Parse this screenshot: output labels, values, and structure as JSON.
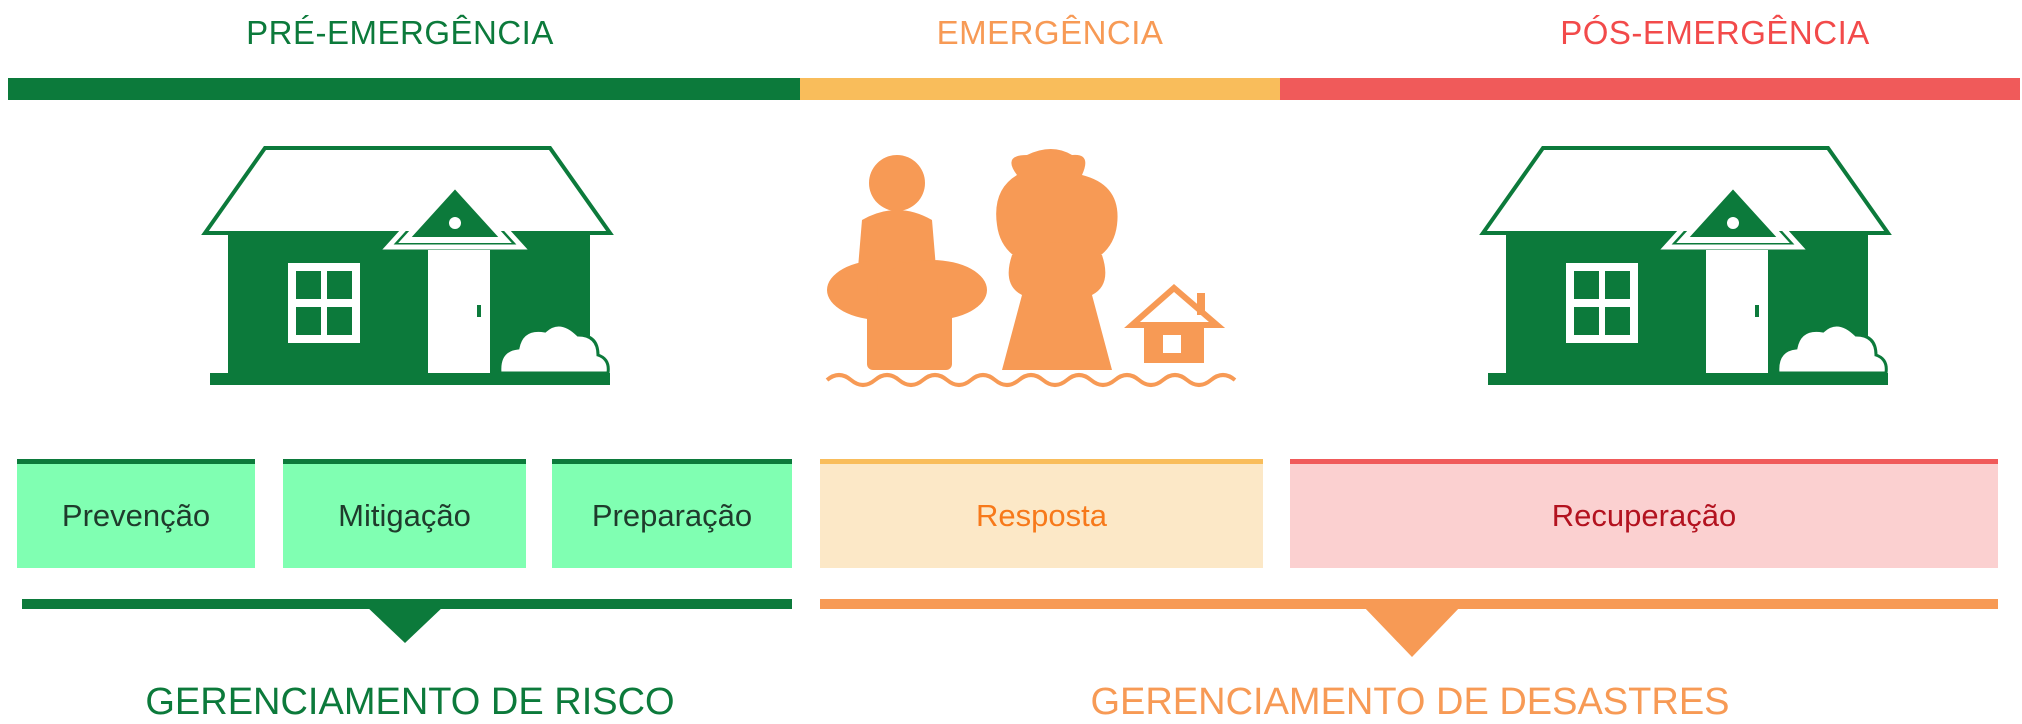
{
  "phases": {
    "pre": {
      "label": "PRÉ-EMERGÊNCIA",
      "color": "#0c7a3b"
    },
    "emergency": {
      "label": "EMERGÊNCIA",
      "color": "#f79a55"
    },
    "post": {
      "label": "PÓS-EMERGÊNCIA",
      "color": "#f24a4a"
    }
  },
  "stages": {
    "prevention": "Prevenção",
    "mitigation": "Mitigação",
    "preparation": "Preparação",
    "response": "Resposta",
    "recovery": "Recuperação"
  },
  "management": {
    "risk": "GERENCIAMENTO DE RISCO",
    "disaster": "GERENCIAMENTO DE DESASTRES"
  },
  "icons": [
    "house-icon",
    "flood-victims-icon",
    "small-house-icon",
    "house-icon"
  ]
}
